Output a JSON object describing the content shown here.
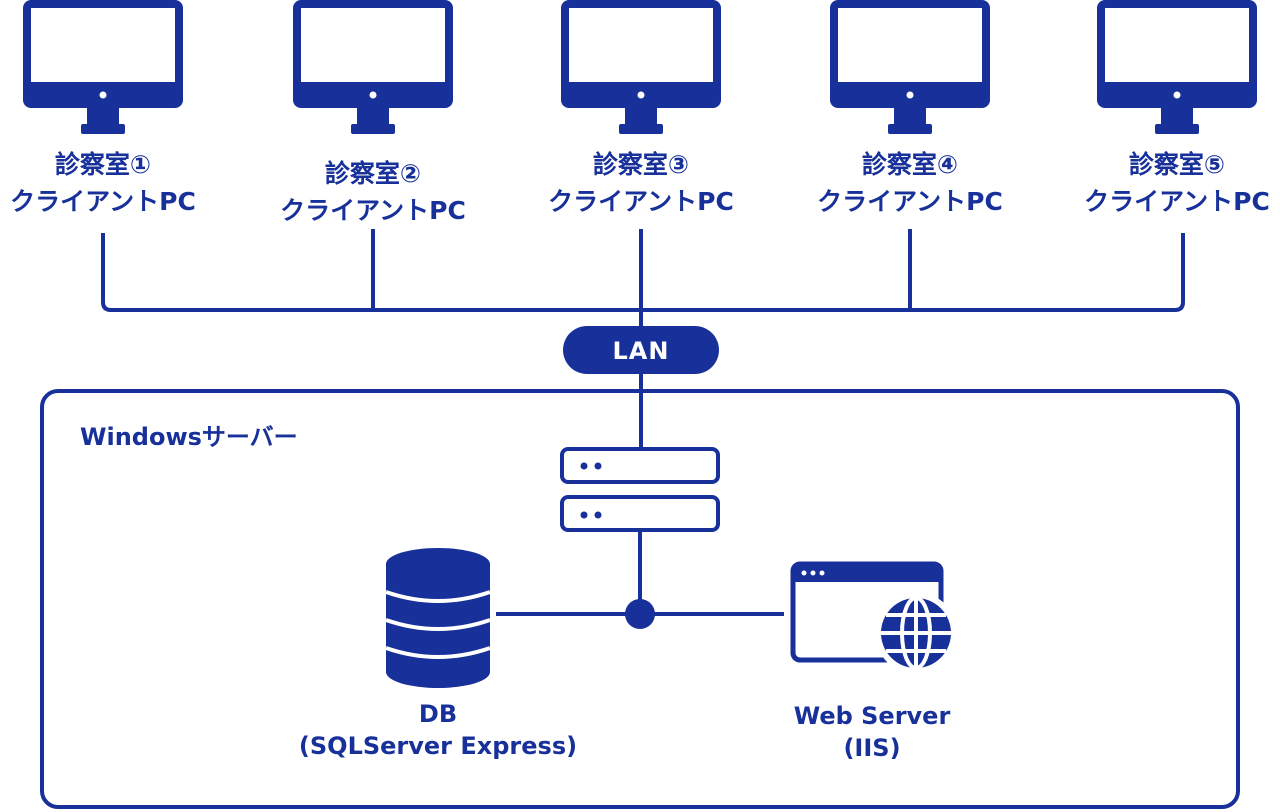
{
  "colors": {
    "primary": "#18309a",
    "background": "#ffffff"
  },
  "clients": [
    {
      "line1": "診察室①",
      "line2": "クライアントPC",
      "icon": "monitor-icon"
    },
    {
      "line1": "診察室②",
      "line2": "クライアントPC",
      "icon": "monitor-icon"
    },
    {
      "line1": "診察室③",
      "line2": "クライアントPC",
      "icon": "monitor-icon"
    },
    {
      "line1": "診察室④",
      "line2": "クライアントPC",
      "icon": "monitor-icon"
    },
    {
      "line1": "診察室⑤",
      "line2": "クライアントPC",
      "icon": "monitor-icon"
    }
  ],
  "lan": {
    "label": "LAN"
  },
  "server_box": {
    "title": "Windowsサーバー",
    "icon": "server-icon"
  },
  "db": {
    "line1": "DB",
    "line2": "(SQLServer Express)",
    "icon": "database-icon"
  },
  "web": {
    "line1": "Web Server",
    "line2": "(IIS)",
    "icon": "browser-globe-icon"
  }
}
